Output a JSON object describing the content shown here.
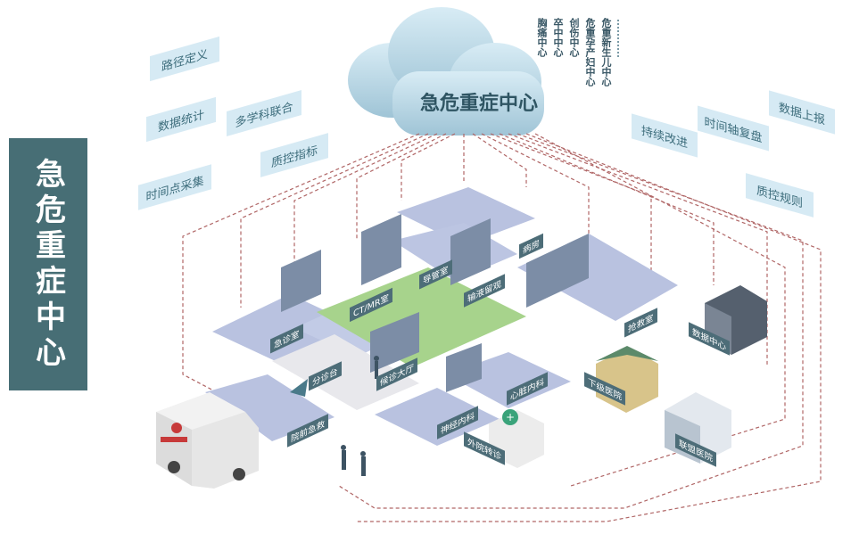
{
  "side_title": "急危重症中心",
  "cloud_label": "急危重症中心",
  "center_columns": [
    "胸痛中心",
    "卒中中心",
    "创伤中心",
    "危重孕产妇中心",
    "危重新生儿中心"
  ],
  "left_tags": [
    "路径定义",
    "数据统计",
    "多学科联合",
    "时间点采集",
    "质控指标"
  ],
  "right_tags": [
    "数据上报",
    "时间轴复盘",
    "持续改进",
    "质控规则"
  ],
  "areas": {
    "er_room": "急诊室",
    "ct_mr": "CT/MR室",
    "triage_hall": "候诊大厅",
    "nurse_station": "导管室",
    "infusion": "输液留观",
    "ward": "病房",
    "rescue_room": "抢救室",
    "triage_desk": "分诊台",
    "cardio": "心脏内科",
    "neuro": "神经内科",
    "prehospital": "院前急救",
    "data_center": "数据中心",
    "lower_hospital": "下级医院",
    "transfer": "外院转诊",
    "alliance": "联盟医院"
  },
  "colors": {
    "side_bg": "#476e75",
    "floor": "#b9c2e0",
    "hall": "#a7d38c",
    "wall": "#7c8da6",
    "cloud": "#bfdcea",
    "link": "#b06666",
    "label_bg": "#4d6d78",
    "tag_bg": "#d6eaf4"
  }
}
